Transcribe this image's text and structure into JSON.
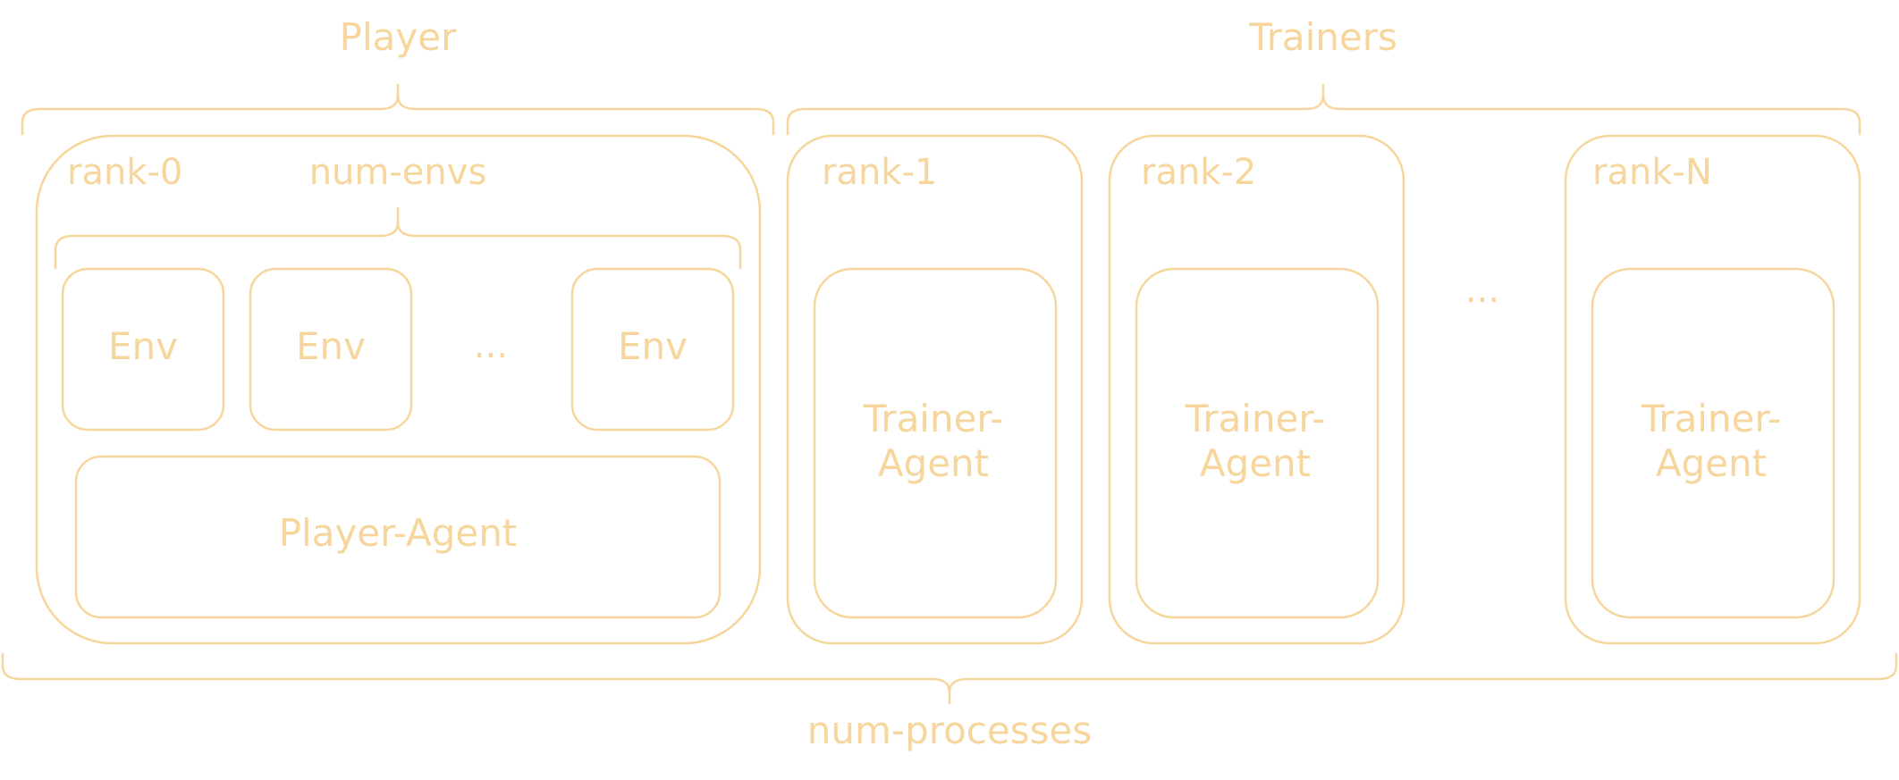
{
  "colors": {
    "stroke": "#F6D69C",
    "text": "#F6D69C",
    "background": "#ffffff"
  },
  "labels": {
    "player": "Player",
    "trainers": "Trainers",
    "num_processes": "num-processes",
    "num_envs": "num-envs",
    "env_ellipsis": "...",
    "trainer_ellipsis": "..."
  },
  "player_process": {
    "rank": "rank-0",
    "envs": [
      "Env",
      "Env",
      "Env"
    ],
    "agent": "Player-Agent"
  },
  "trainer_processes": [
    {
      "rank": "rank-1",
      "agent_line1": "Trainer-",
      "agent_line2": "Agent"
    },
    {
      "rank": "rank-2",
      "agent_line1": "Trainer-",
      "agent_line2": "Agent"
    },
    {
      "rank": "rank-N",
      "agent_line1": "Trainer-",
      "agent_line2": "Agent"
    }
  ]
}
